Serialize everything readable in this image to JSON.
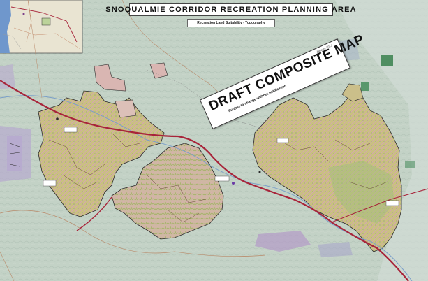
{
  "map": {
    "title": "SNOQUALMIE CORRIDOR RECREATION PLANNING AREA",
    "subtitle": "Recreation Land Suitability - Topography",
    "stamp": {
      "heading": "DRAFT COMPOSITE MAP",
      "date": "January 2013",
      "note": "Subject to change without notification"
    },
    "colors": {
      "base_terrain": "#bfcfc4",
      "planning_area": "#c7c27e",
      "suitability_pink": "#d9a9b4",
      "highway": "#a8243a",
      "water": "#7b9fc9",
      "state_land": "#2f7b45",
      "boundary": "#2a2a2a"
    }
  }
}
